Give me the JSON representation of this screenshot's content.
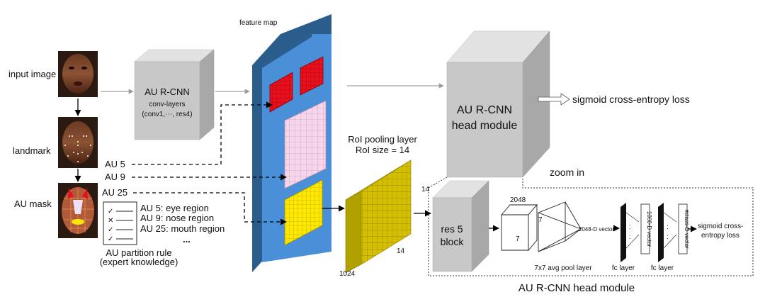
{
  "labels": {
    "input_image": "input image",
    "landmark": "landmark",
    "au_mask": "AU mask",
    "feature_map": "feature map",
    "conv_title": "AU R-CNN",
    "conv_line2": "conv-layers",
    "conv_line3": "(conv1,⋯, res4)",
    "au5": "AU 5",
    "au9": "AU 9",
    "au25": "AU 25",
    "rule_1": "AU 5: eye region",
    "rule_2": "AU 9: nose region",
    "rule_3": "AU 25: mouth region",
    "rule_dots": "...",
    "partition_title": "AU partition rule",
    "partition_sub": "(expert knowledge)",
    "roi_title": "RoI pooling layer",
    "roi_size": "RoI size = 14",
    "dim_14a": "14",
    "dim_14b": "14",
    "dim_1024": "1024",
    "head_line1": "AU R-CNN",
    "head_line2": "head module",
    "loss_top": "sigmoid cross-entropy loss",
    "zoom_in": "zoom in",
    "res5_line1": "res 5",
    "res5_line2": "block",
    "dim_2048": "2048",
    "dim_7a": "7",
    "dim_7b": "7",
    "avg_pool": "7x7 avg pool layer",
    "vec_2048": "2048-D vector",
    "fc1": "fc layer",
    "fc2": "fc layer",
    "vec_1000": "1000-D vector",
    "vec_class": "#class-D vector",
    "loss_bottom_1": "sigmoid cross-",
    "loss_bottom_2": "entropy loss",
    "bottom_title": "AU R-CNN head module"
  },
  "rule_marks": [
    "✓",
    "✕",
    "✓",
    "✓"
  ],
  "colors": {
    "feature_front": "#4a90d8",
    "feature_side": "#2a5c8c",
    "red_region": "#e8101c",
    "pink_region": "#f5d6ea",
    "yellow_region": "#ffe800",
    "roi_gold": "#c8b400",
    "grey_box": "#c8c8c8"
  }
}
